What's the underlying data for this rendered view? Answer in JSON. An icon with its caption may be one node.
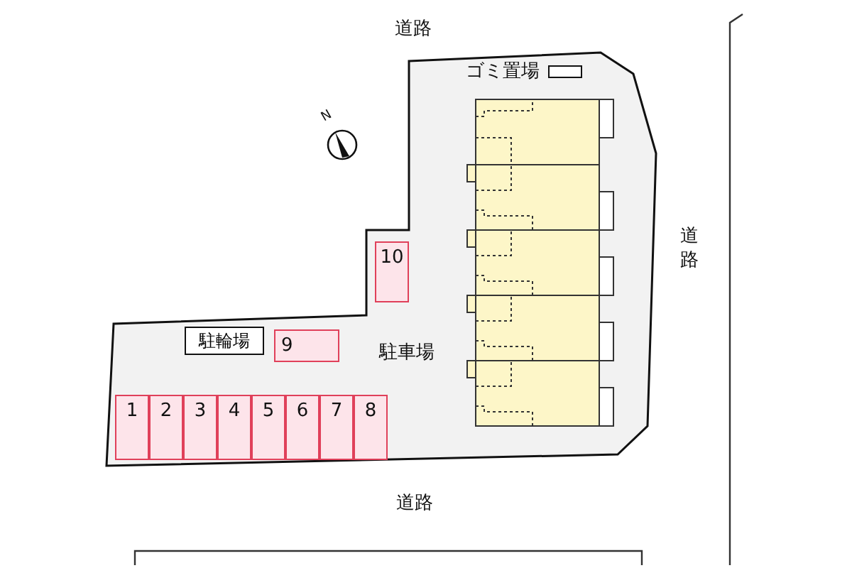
{
  "diagram": {
    "nodes": [
      {
        "text": [
          "駐車場"
        ]
      },
      {
        "text": [
          "ゴミ置場"
        ],
        "in": 0
      },
      {
        "text": [
          "10"
        ],
        "in": 0
      },
      {
        "text": [
          "駐輪場"
        ],
        "in": 0
      },
      {
        "text": [
          "9"
        ],
        "in": 0
      },
      {
        "text": [
          "1"
        ],
        "in": 0
      },
      {
        "text": [
          "2"
        ],
        "in": 0
      },
      {
        "text": [
          "3"
        ],
        "in": 0
      },
      {
        "text": [
          "4"
        ],
        "in": 0
      },
      {
        "text": [
          "5"
        ],
        "in": 0
      },
      {
        "text": [
          "6"
        ],
        "in": 0
      },
      {
        "text": [
          "7"
        ],
        "in": 0
      },
      {
        "text": [
          "8"
        ],
        "in": 0
      }
    ],
    "labels": [
      "道路",
      "N",
      "道路",
      "道路"
    ]
  }
}
